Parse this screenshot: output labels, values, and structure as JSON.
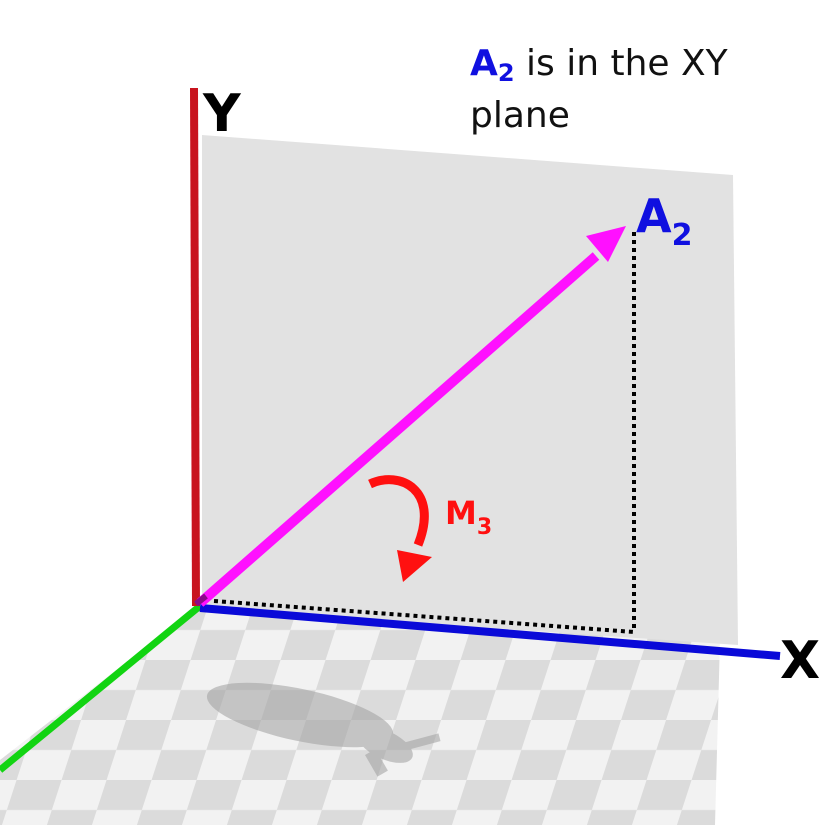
{
  "caption": {
    "symbol": "A",
    "subscript": "2",
    "text": " is in the XY plane"
  },
  "axes": {
    "x_label": "X",
    "y_label": "Y"
  },
  "vector": {
    "symbol": "A",
    "subscript": "2"
  },
  "moment": {
    "symbol": "M",
    "subscript": "3"
  },
  "colors": {
    "x_axis": "#0a0ad8",
    "y_axis": "#c8141e",
    "z_axis": "#12d412",
    "vector": "#ff10ff",
    "moment": "#ff1010",
    "vector_label": "#1010e0",
    "plane": "#e2e2e2",
    "checker_dark": "#d9d9d9",
    "checker_light": "#f1f1f1"
  }
}
